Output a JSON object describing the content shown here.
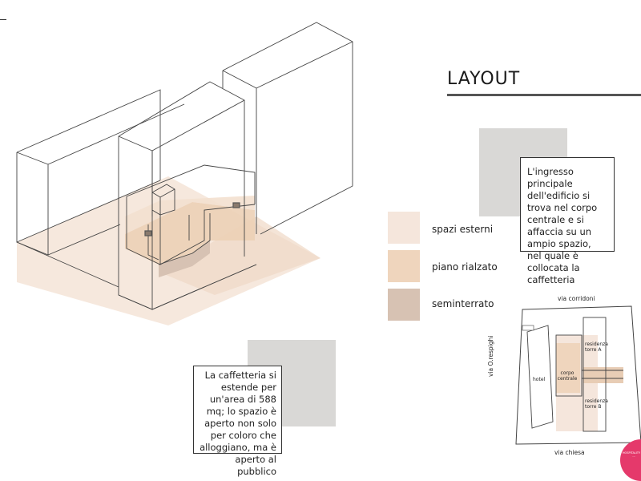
{
  "title": "LAYOUT",
  "description_note": "L'ingresso principale dell'edificio si trova nel corpo centrale e si affaccia su un ampio spazio, nel quale è collocata la caffetteria",
  "cafe_note": "La caffetteria si estende per un'area di 588 mq; lo spazio è aperto non solo per coloro che alloggiano, ma è aperto al pubblico",
  "legend": [
    {
      "label": "spazi esterni",
      "color": "#f5e6dc"
    },
    {
      "label": "piano rialzato",
      "color": "#efd5bd"
    },
    {
      "label": "seminterrato",
      "color": "#d7c2b3"
    }
  ],
  "site_plan": {
    "streets": {
      "top": "via corridoni",
      "left": "via O.respighi",
      "bottom": "via chiesa"
    },
    "buildings": {
      "hotel": "hotel",
      "central": "corpo centrale",
      "tower_a": "residenza torre A",
      "tower_b": "residenza torre B"
    }
  },
  "brand": {
    "text": "HOSPITALITY for ...",
    "color": "#e5396b"
  },
  "colors": {
    "accent_rule": "#555555",
    "gray_block": "#d9d8d6",
    "outline": "#444444"
  }
}
